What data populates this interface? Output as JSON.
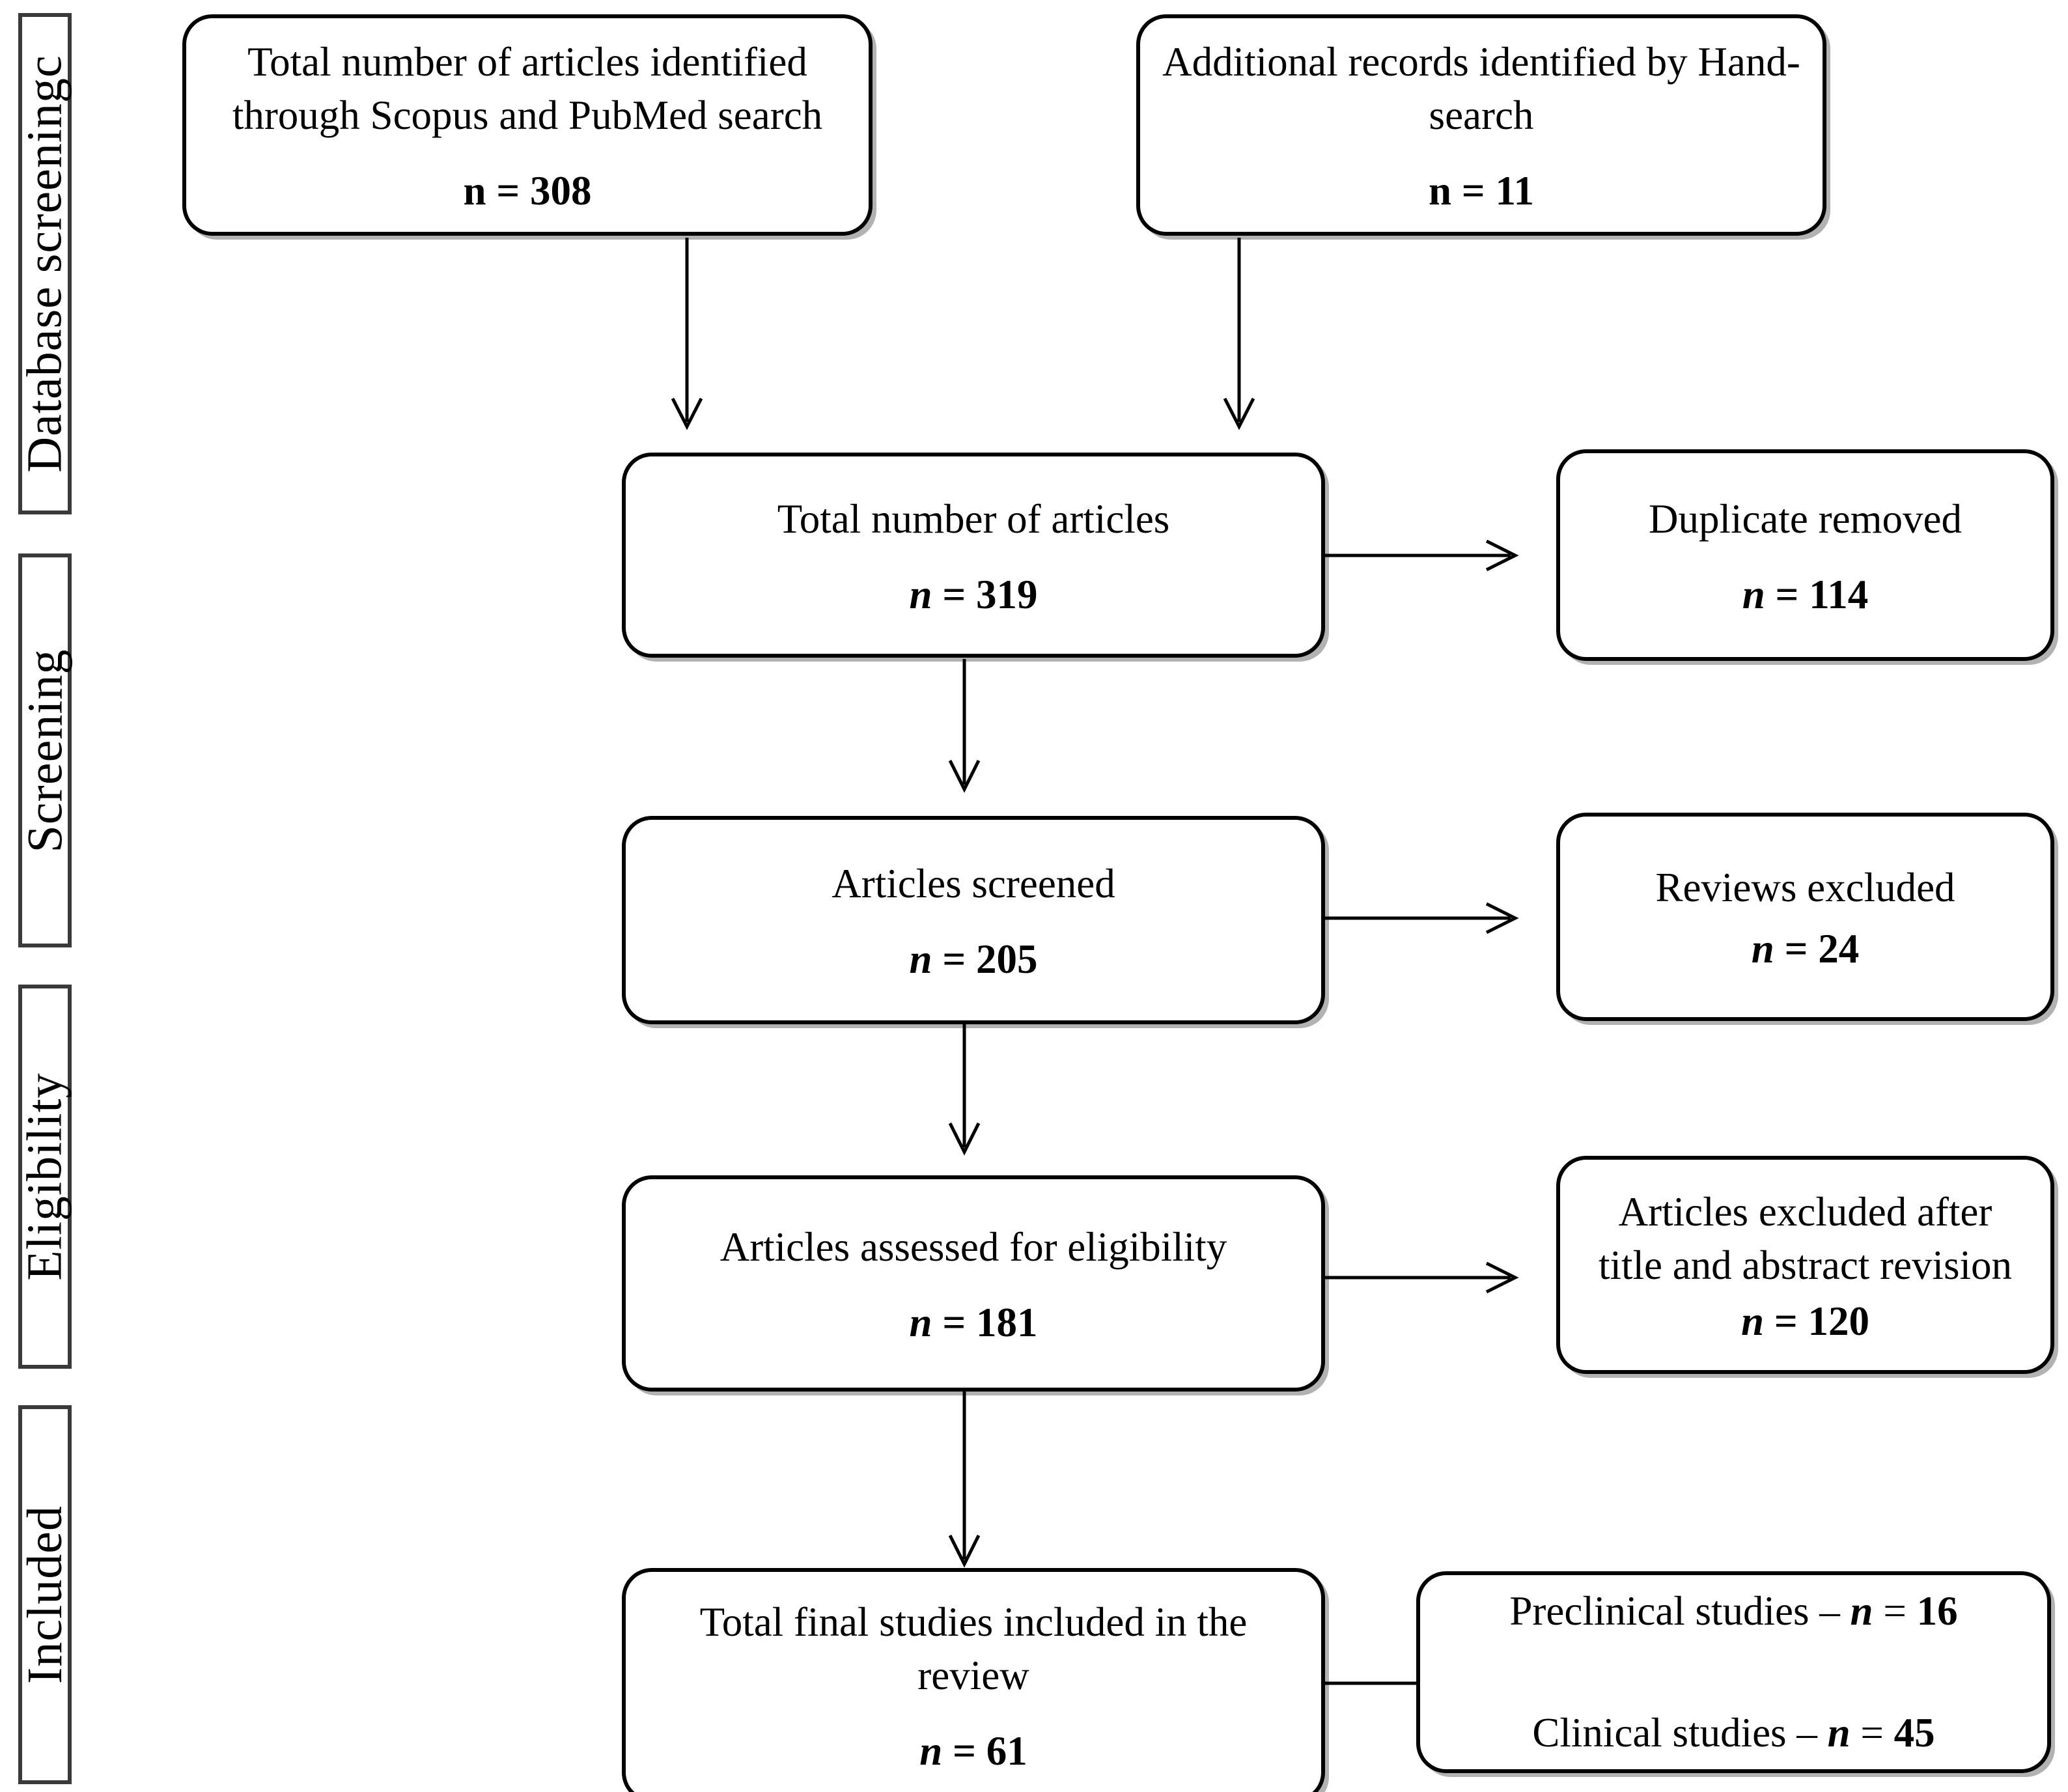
{
  "figure": {
    "type": "prisma-flow-diagram",
    "title": "PRISMA study selection flow diagram"
  },
  "stages": [
    {
      "id": "database-screening",
      "label": "Database screeningc"
    },
    {
      "id": "screening",
      "label": "Screening"
    },
    {
      "id": "eligibility",
      "label": "Eligibility"
    },
    {
      "id": "included",
      "label": "Included"
    }
  ],
  "boxes": {
    "identified_databases": {
      "title": "Total number of articles identified through Scopus and PubMed search",
      "n_label": "n",
      "eq": "=",
      "count": "308",
      "n_style": "upright"
    },
    "identified_hand": {
      "title": "Additional records identified by Hand-search",
      "n_label": "n",
      "eq": "=",
      "count": "11",
      "n_style": "upright"
    },
    "total_articles": {
      "title": "Total number of articles",
      "n_label": "n",
      "eq": "=",
      "count": "319",
      "n_style": "italic"
    },
    "duplicates_removed": {
      "title": "Duplicate removed",
      "n_label": "n",
      "eq": "=",
      "count": "114",
      "n_style": "italic"
    },
    "articles_screened": {
      "title": "Articles screened",
      "n_label": "n",
      "eq": "=",
      "count": "205",
      "n_style": "italic"
    },
    "reviews_excluded": {
      "title": "Reviews excluded",
      "n_label": "n",
      "eq": "=",
      "count": "24",
      "n_style": "italic"
    },
    "assessed_eligibility": {
      "title": "Articles assessed for eligibility",
      "n_label": "n",
      "eq": "=",
      "count": "181",
      "n_style": "italic"
    },
    "excluded_title_abstract": {
      "title": "Articles excluded after title and abstract revision",
      "n_label": "n",
      "eq": "=",
      "count": "120",
      "n_style": "italic"
    },
    "final_included": {
      "title": "Total final studies included in the review",
      "n_label": "n",
      "eq": "=",
      "count": "61",
      "n_style": "italic"
    },
    "study_breakdown": {
      "line1_label": "Preclinical studies",
      "line1_dash": "–",
      "line1_n": "n",
      "line1_eq": "=",
      "line1_count": "16",
      "line2_label": "Clinical studies",
      "line2_dash": "–",
      "line2_n": "n",
      "line2_eq": "=",
      "line2_count": "45"
    }
  },
  "chart_data": {
    "type": "flow",
    "title": "PRISMA study selection flow diagram",
    "nodes": [
      {
        "id": "identified_databases",
        "stage": "Database screeningc",
        "label": "Total number of articles identified through Scopus and PubMed search",
        "n": 308
      },
      {
        "id": "identified_hand",
        "stage": "Database screeningc",
        "label": "Additional records identified by Hand-search",
        "n": 11
      },
      {
        "id": "total_articles",
        "stage": "Screening",
        "label": "Total number of articles",
        "n": 319
      },
      {
        "id": "duplicates_removed",
        "stage": "Screening",
        "label": "Duplicate removed",
        "n": 114
      },
      {
        "id": "articles_screened",
        "stage": "Screening",
        "label": "Articles screened",
        "n": 205
      },
      {
        "id": "reviews_excluded",
        "stage": "Eligibility",
        "label": "Reviews excluded",
        "n": 24
      },
      {
        "id": "assessed_eligibility",
        "stage": "Eligibility",
        "label": "Articles assessed for eligibility",
        "n": 181
      },
      {
        "id": "excluded_title_abstract",
        "stage": "Eligibility",
        "label": "Articles excluded after title and abstract revision",
        "n": 120
      },
      {
        "id": "final_included",
        "stage": "Included",
        "label": "Total final studies included in the review",
        "n": 61
      },
      {
        "id": "preclinical_studies",
        "stage": "Included",
        "label": "Preclinical studies",
        "n": 16
      },
      {
        "id": "clinical_studies",
        "stage": "Included",
        "label": "Clinical studies",
        "n": 45
      }
    ],
    "edges": [
      {
        "from": "identified_databases",
        "to": "total_articles",
        "direction": "down"
      },
      {
        "from": "identified_hand",
        "to": "total_articles",
        "direction": "down"
      },
      {
        "from": "total_articles",
        "to": "duplicates_removed",
        "direction": "right"
      },
      {
        "from": "total_articles",
        "to": "articles_screened",
        "direction": "down"
      },
      {
        "from": "articles_screened",
        "to": "reviews_excluded",
        "direction": "right"
      },
      {
        "from": "articles_screened",
        "to": "assessed_eligibility",
        "direction": "down"
      },
      {
        "from": "assessed_eligibility",
        "to": "excluded_title_abstract",
        "direction": "right"
      },
      {
        "from": "assessed_eligibility",
        "to": "final_included",
        "direction": "down"
      },
      {
        "from": "final_included",
        "to": "study_breakdown",
        "direction": "right"
      }
    ]
  }
}
